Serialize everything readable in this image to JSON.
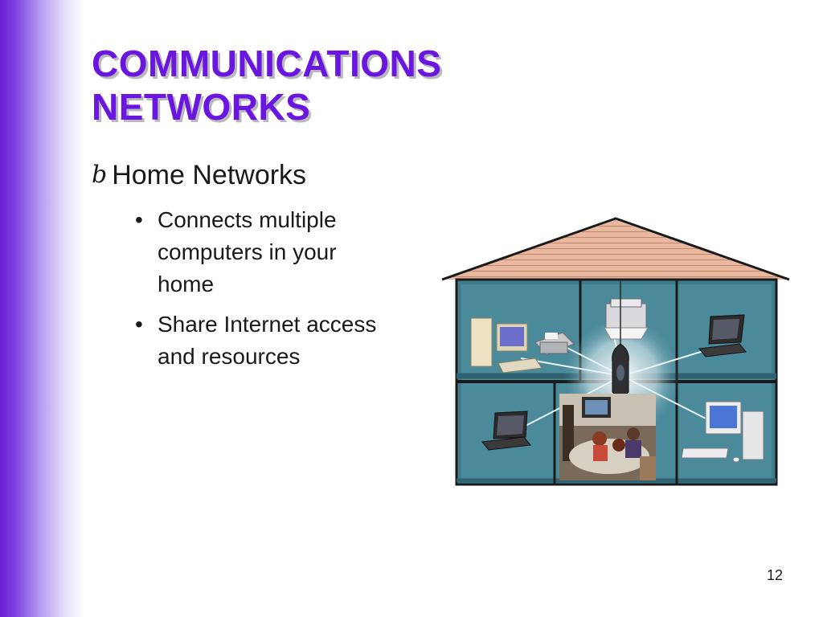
{
  "slide": {
    "title_line1": "COMMUNICATIONS",
    "title_line2": "NETWORKS",
    "bullet_marker": "b",
    "bullet": "Home Networks",
    "sub_bullets": [
      "Connects multiple computers in your home",
      "Share Internet access and resources"
    ],
    "sub_marker": "•",
    "page_number": "12"
  },
  "colors": {
    "title": "#6a16e0",
    "side_band": "#6a1fd6",
    "roof": "#e9b89e",
    "room": "#3f7d8e",
    "frame": "#1a1a1a"
  },
  "illustration": {
    "icons": [
      "pc-tower-icon",
      "crt-monitor-icon",
      "keyboard-icon",
      "fax-machine-icon",
      "printer-icon",
      "laptop-icon",
      "router-icon",
      "family-tv-photo-icon"
    ]
  }
}
